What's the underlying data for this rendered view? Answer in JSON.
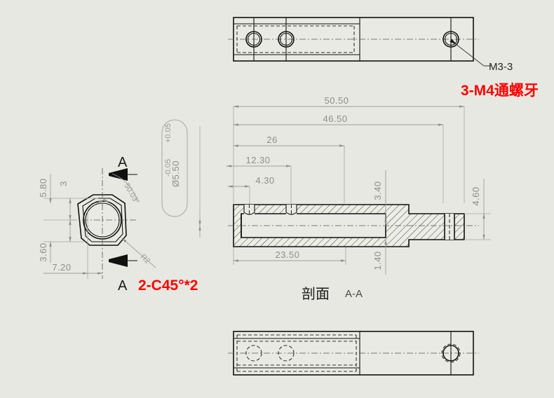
{
  "drawing": {
    "title": "Mechanical Part Technical Drawing",
    "background_color": "#e7e8e1",
    "views": [
      {
        "name": "top-view",
        "label": ""
      },
      {
        "name": "section-view",
        "label": "剖面",
        "sublabel": "A-A"
      },
      {
        "name": "end-view",
        "label": ""
      },
      {
        "name": "bottom-view",
        "label": ""
      }
    ]
  },
  "notes": {
    "thread_callout_black": "M3-3",
    "thread_callout_red": "3-M4通螺牙",
    "chamfer_callout_red": "2-C45°*2",
    "radius_callout": "R2",
    "section_label_cjk": "剖面",
    "section_label_id": "A-A",
    "section_arrow_top": "A",
    "section_arrow_bottom": "A"
  },
  "tolerance_callout": {
    "diameter": "Ø5.50",
    "upper": "+0.05",
    "lower": "-0.05"
  },
  "dimensions": {
    "overall_length": "50.50",
    "second_length": "46.50",
    "third_length": "26",
    "fourth_length": "12.30",
    "fifth_length": "4.30",
    "bore_length": "23.50",
    "height_upper": "3.40",
    "height_lower": "1.40",
    "right_height": "4.60",
    "end_5_80": "5.80",
    "end_3": "3",
    "end_3_60": "3.60",
    "end_7_20": "7.20",
    "angle": "50.03°"
  },
  "colors": {
    "background": "#e7e8e1",
    "line": "#111111",
    "dimension": "#8f8f8a",
    "red_note": "#ff0000",
    "black_note": "#2a2a2a"
  }
}
